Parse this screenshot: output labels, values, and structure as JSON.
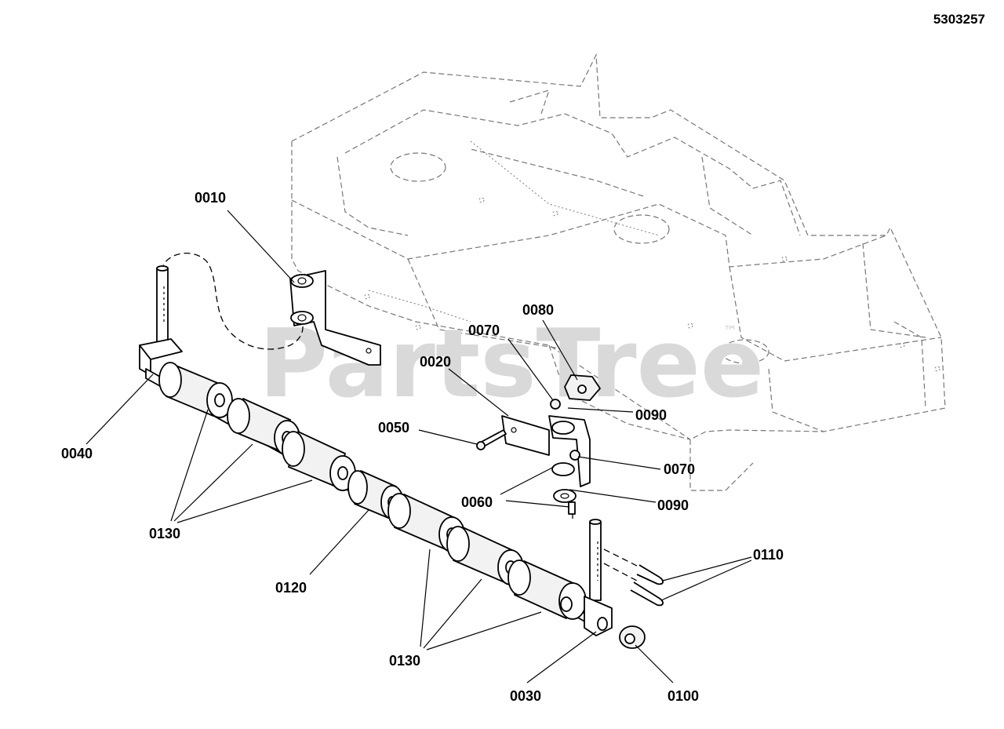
{
  "document": {
    "diagram_number": "5303257",
    "watermark": "PartsTree",
    "trademark": "™"
  },
  "callouts": {
    "c0010": "0010",
    "c0020": "0020",
    "c0030": "0030",
    "c0040": "0040",
    "c0050": "0050",
    "c0060": "0060",
    "c0070a": "0070",
    "c0070b": "0070",
    "c0080": "0080",
    "c0090a": "0090",
    "c0090b": "0090",
    "c0100": "0100",
    "c0110": "0110",
    "c0120": "0120",
    "c0130a": "0130",
    "c0130b": "0130"
  }
}
